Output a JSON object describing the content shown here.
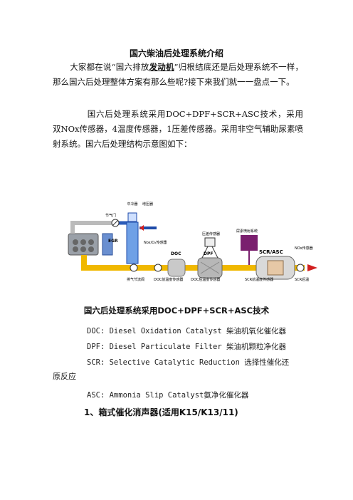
{
  "title": "国六柴油后处理系统介绍",
  "intro": {
    "before": "大家都在说“国六排放",
    "keyword": "发动机",
    "after": "”归根结底还是后处理系统不一样，那么国六后处理整体方案有那么些呢?接下来我们就一一盘点一下。"
  },
  "system_paragraph": "国六后处理系统采用DOC+DPF+SCR+ASC技术，采用双NOx传感器，4温度传感器，1压差传感器。采用非空气辅助尿素喷射系统。国六后处理结构示意图如下：",
  "diagram": {
    "labels": {
      "intercooler": "中冷器",
      "supercharger": "增压器",
      "throttle": "节气门",
      "egr": "EGR",
      "nox_o2": "Nox/O₂传感器",
      "doc": "DOC",
      "dpf": "DPF",
      "diff_pressure": "压差传感器",
      "urea": "尿素喷射系统",
      "scr_asc": "SCR/ASC",
      "nox_sensor": "NOx传感器",
      "exhaust_throttle": "排气节流阀",
      "doc_front": "DOC前温度传感器",
      "doc_rear": "DOC后温度传感器",
      "scr_front": "SCR前温度传感器",
      "scr_rear": "SCR后温"
    }
  },
  "caption": "国六后处理系统采用DOC+DPF+SCR+ASC技术",
  "abbreviations": [
    "DOC: Diesel Oxidation Catalyst 柴油机氧化催化器",
    "DPF: Diesel Particulate Filter 柴油机颗粒净化器",
    "SCR: Selective Catalytic Reduction 选择性催化还",
    "ASC: Ammonia Slip Catalyst氨净化催化器"
  ],
  "abbreviation_wrap": "原反应",
  "section_heading": "1、箱式催化消声器(适用K15/K13/11)",
  "colors": {
    "pipe": "#f0b800",
    "purple": "#7a1f6e",
    "blue": "#1e4aa8",
    "red": "#d21f1f"
  }
}
